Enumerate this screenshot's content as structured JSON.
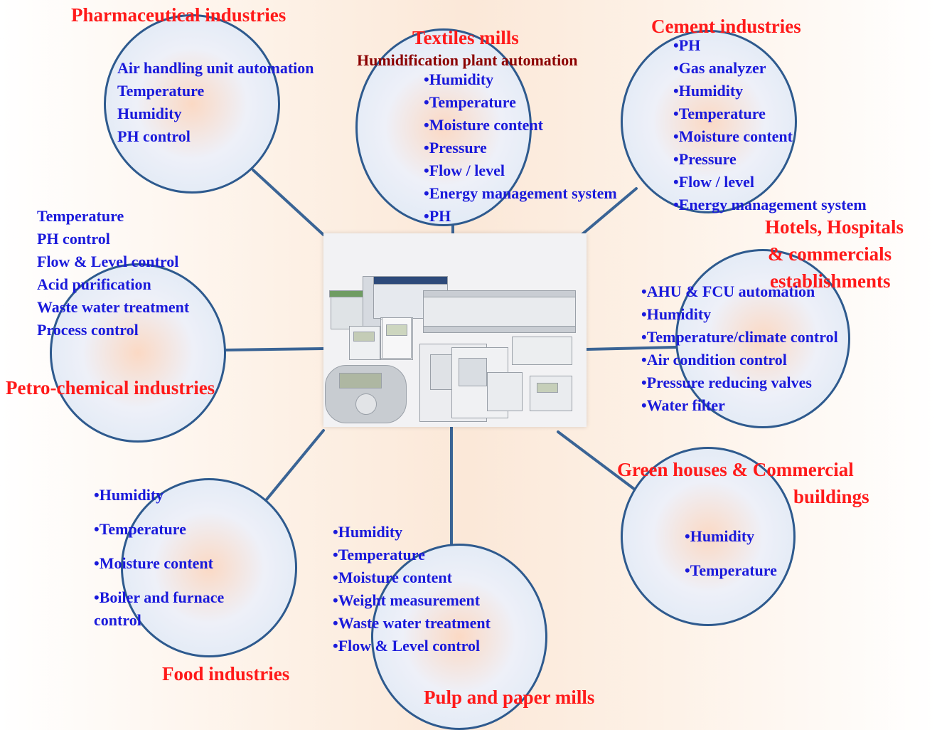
{
  "colors": {
    "title": "#ff1a1a",
    "subtitle": "#8b0000",
    "list": "#1a1adb",
    "circle_border": "#2e5a8e",
    "connector": "#3a6495"
  },
  "center": {
    "image_name": "building-automation-controllers"
  },
  "nodes": {
    "pharma": {
      "title": "Pharmaceutical industries",
      "items": [
        "Air handling unit automation",
        "Temperature",
        "Humidity",
        "PH control"
      ]
    },
    "textiles": {
      "title": "Textiles mills",
      "subtitle": "Humidification plant automation",
      "items": [
        "•Humidity",
        "•Temperature",
        "•Moisture content",
        "•Pressure",
        "•Flow / level",
        "•Energy  management system",
        "•PH"
      ]
    },
    "cement": {
      "title": "Cement industries",
      "items": [
        "•PH",
        "•Gas analyzer",
        "•Humidity",
        "•Temperature",
        "•Moisture content",
        "•Pressure",
        "•Flow / level",
        "•Energy  management system"
      ]
    },
    "petro": {
      "title": "Petro-chemical industries",
      "items": [
        "Temperature",
        "PH control",
        "Flow & Level control",
        "Acid purification",
        "Waste water treatment",
        "Process control"
      ]
    },
    "hotels": {
      "title_lines": [
        "Hotels, Hospitals",
        "& commercials",
        "establishments"
      ],
      "items": [
        "•AHU & FCU automation",
        "•Humidity",
        "•Temperature/climate control",
        "•Air condition control",
        "•Pressure reducing valves",
        "•Water filter"
      ]
    },
    "green": {
      "title_lines": [
        "Green houses & Commercial",
        "buildings"
      ],
      "items": [
        "•Humidity",
        "•Temperature"
      ]
    },
    "food": {
      "title": "Food industries",
      "items": [
        "•Humidity",
        "•Temperature",
        "•Moisture content",
        "•Boiler and furnace",
        "control"
      ]
    },
    "pulp": {
      "title": "Pulp and paper mills",
      "items": [
        "•Humidity",
        "•Temperature",
        "•Moisture content",
        "•Weight measurement",
        "•Waste water treatment",
        "•Flow & Level control"
      ]
    }
  }
}
